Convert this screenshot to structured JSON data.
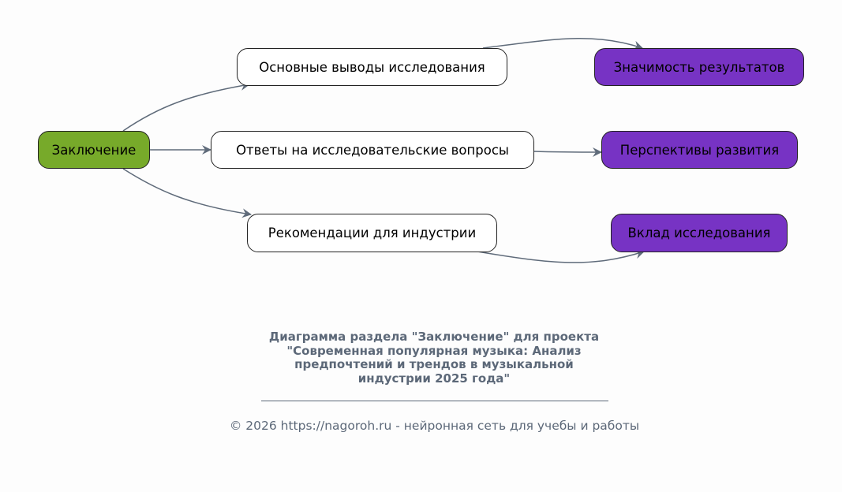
{
  "nodes": {
    "root": "Заключение",
    "findings": "Основные выводы исследования",
    "answers": "Ответы на исследовательские вопросы",
    "recommendations": "Рекомендации для индустрии",
    "significance": "Значимость результатов",
    "prospects": "Перспективы развития",
    "contribution": "Вклад исследования"
  },
  "colors": {
    "root": "#77aa2a",
    "leaf": "#7733c4",
    "edge": "#5f6b7a",
    "text_muted": "#5c6878"
  },
  "caption": "Диаграмма раздела \"Заключение\" для проекта\n\"Современная популярная музыка: Анализ\nпредпочтений и трендов в музыкальной\nиндустрии 2025 года\"",
  "footer": "© 2026 https://nagoroh.ru - нейронная сеть для учебы и работы"
}
